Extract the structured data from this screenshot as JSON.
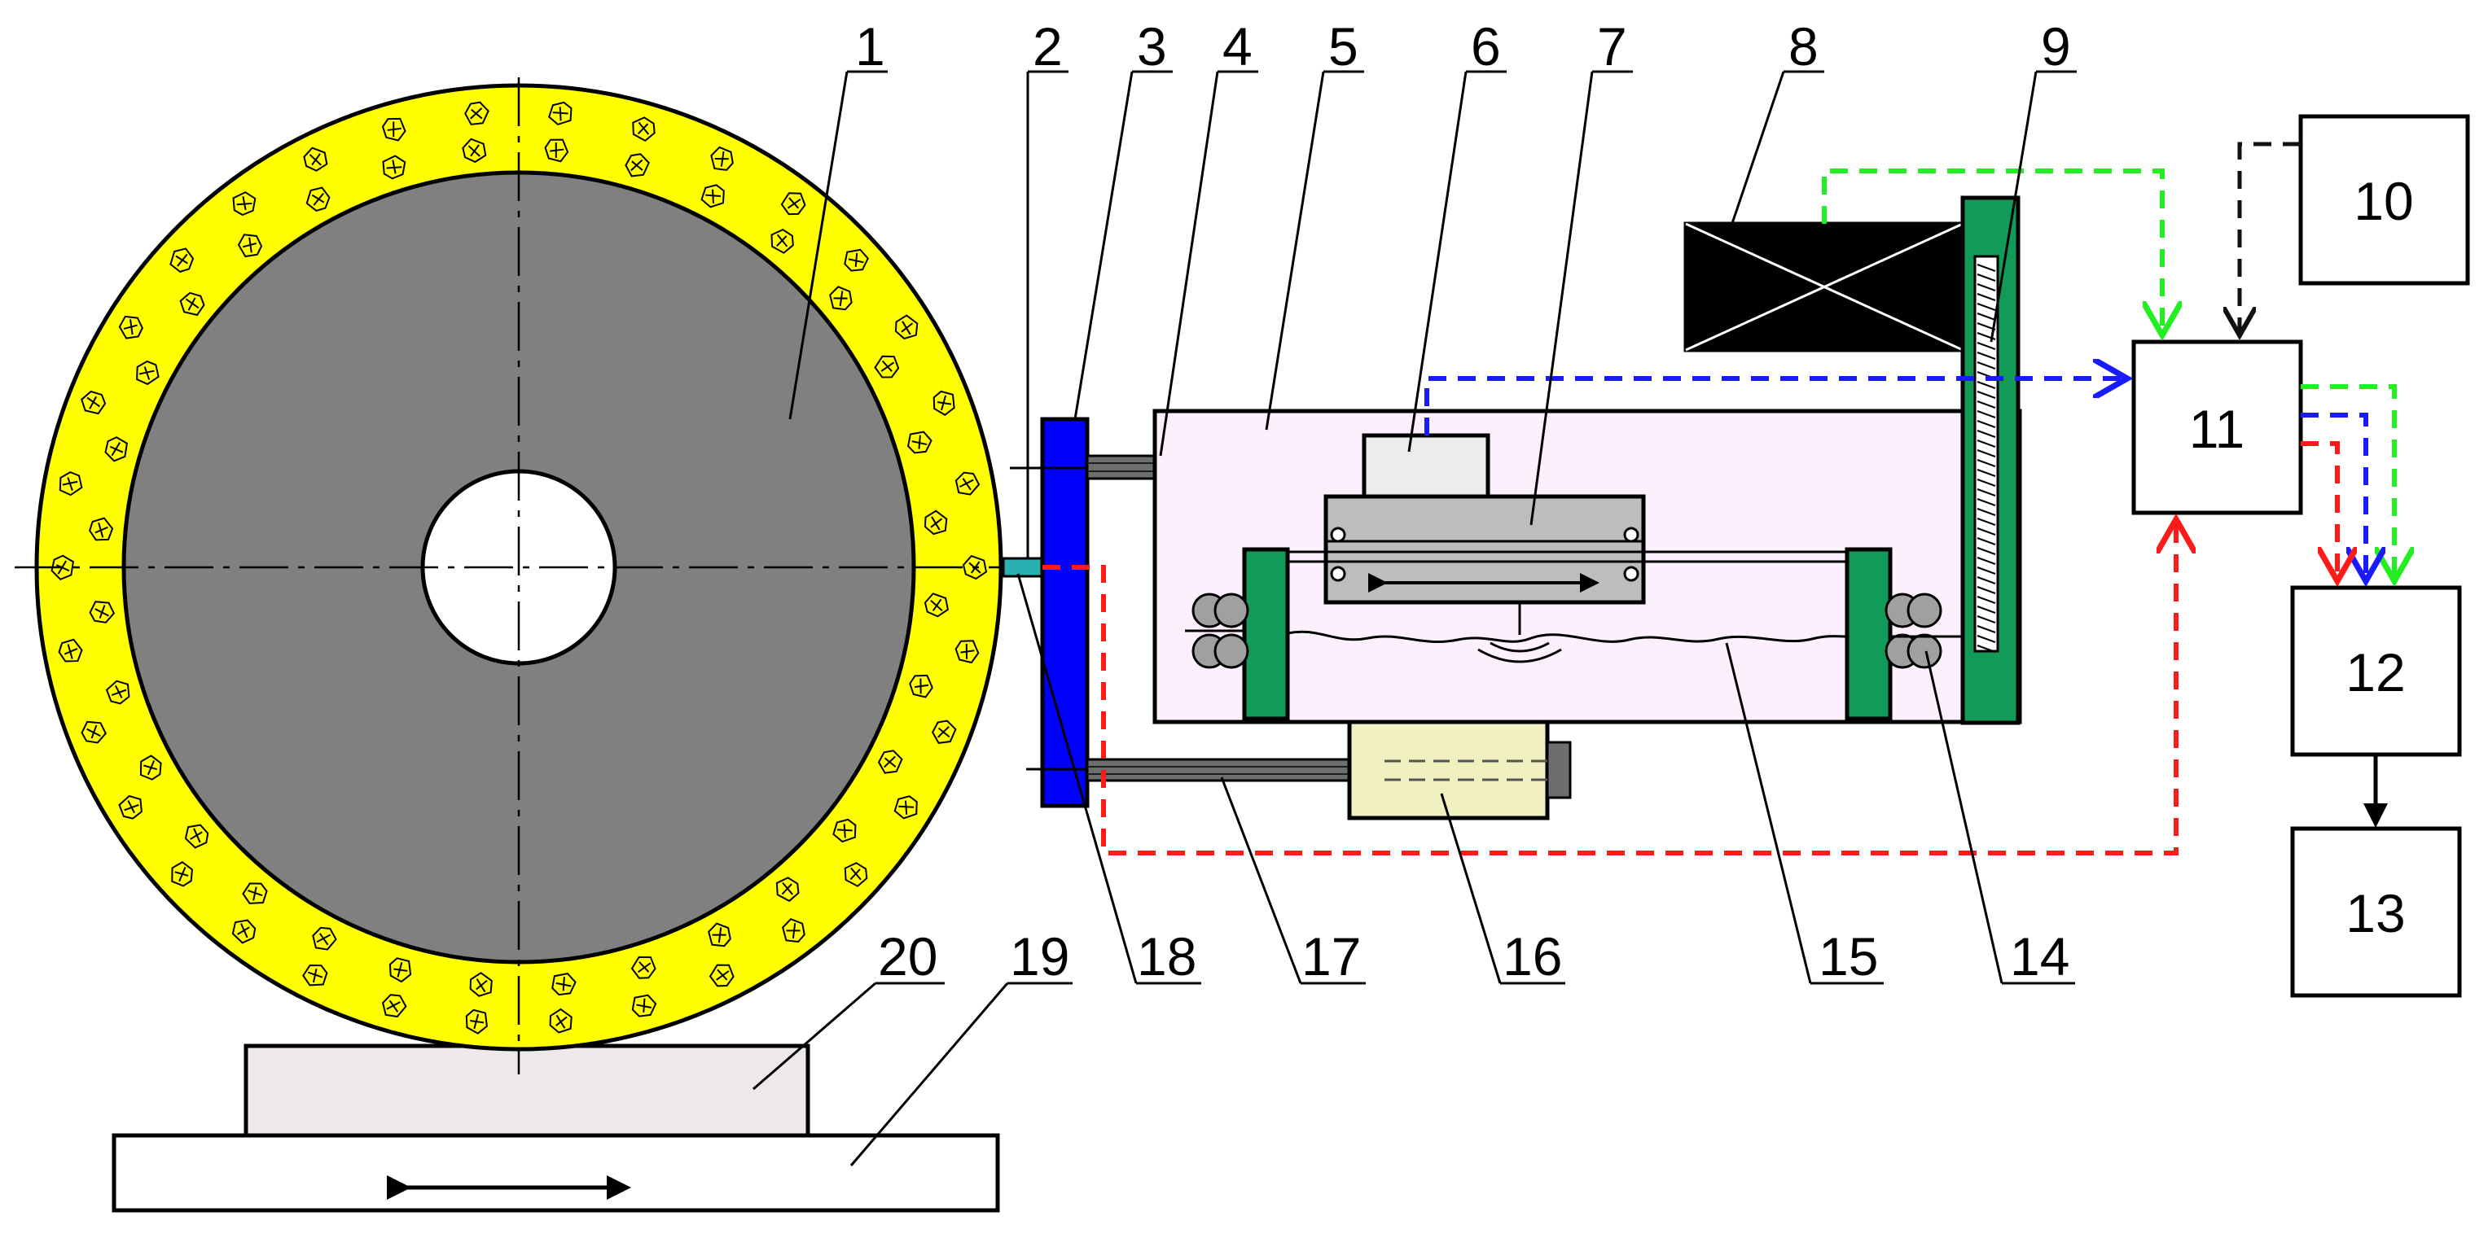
{
  "part_numbers": {
    "p1": "1",
    "p2": "2",
    "p3": "3",
    "p4": "4",
    "p5": "5",
    "p6": "6",
    "p7": "7",
    "p8": "8",
    "p9": "9",
    "p14": "14",
    "p15": "15",
    "p16": "16",
    "p17": "17",
    "p18": "18",
    "p19": "19",
    "p20": "20"
  },
  "blocks": {
    "b10": "10",
    "b11": "11",
    "b12": "12",
    "b13": "13"
  },
  "colors": {
    "wheel_ring": "#ffff00",
    "wheel_disc": "#808080",
    "plate": "#0000ff",
    "carriage_frame": "#fdf0fd",
    "green_parts": "#129a58",
    "cylinder": "#f0f0c0",
    "red_signal": "#ff1a1a",
    "blue_signal": "#1a1aff",
    "green_signal": "#22ee22"
  }
}
